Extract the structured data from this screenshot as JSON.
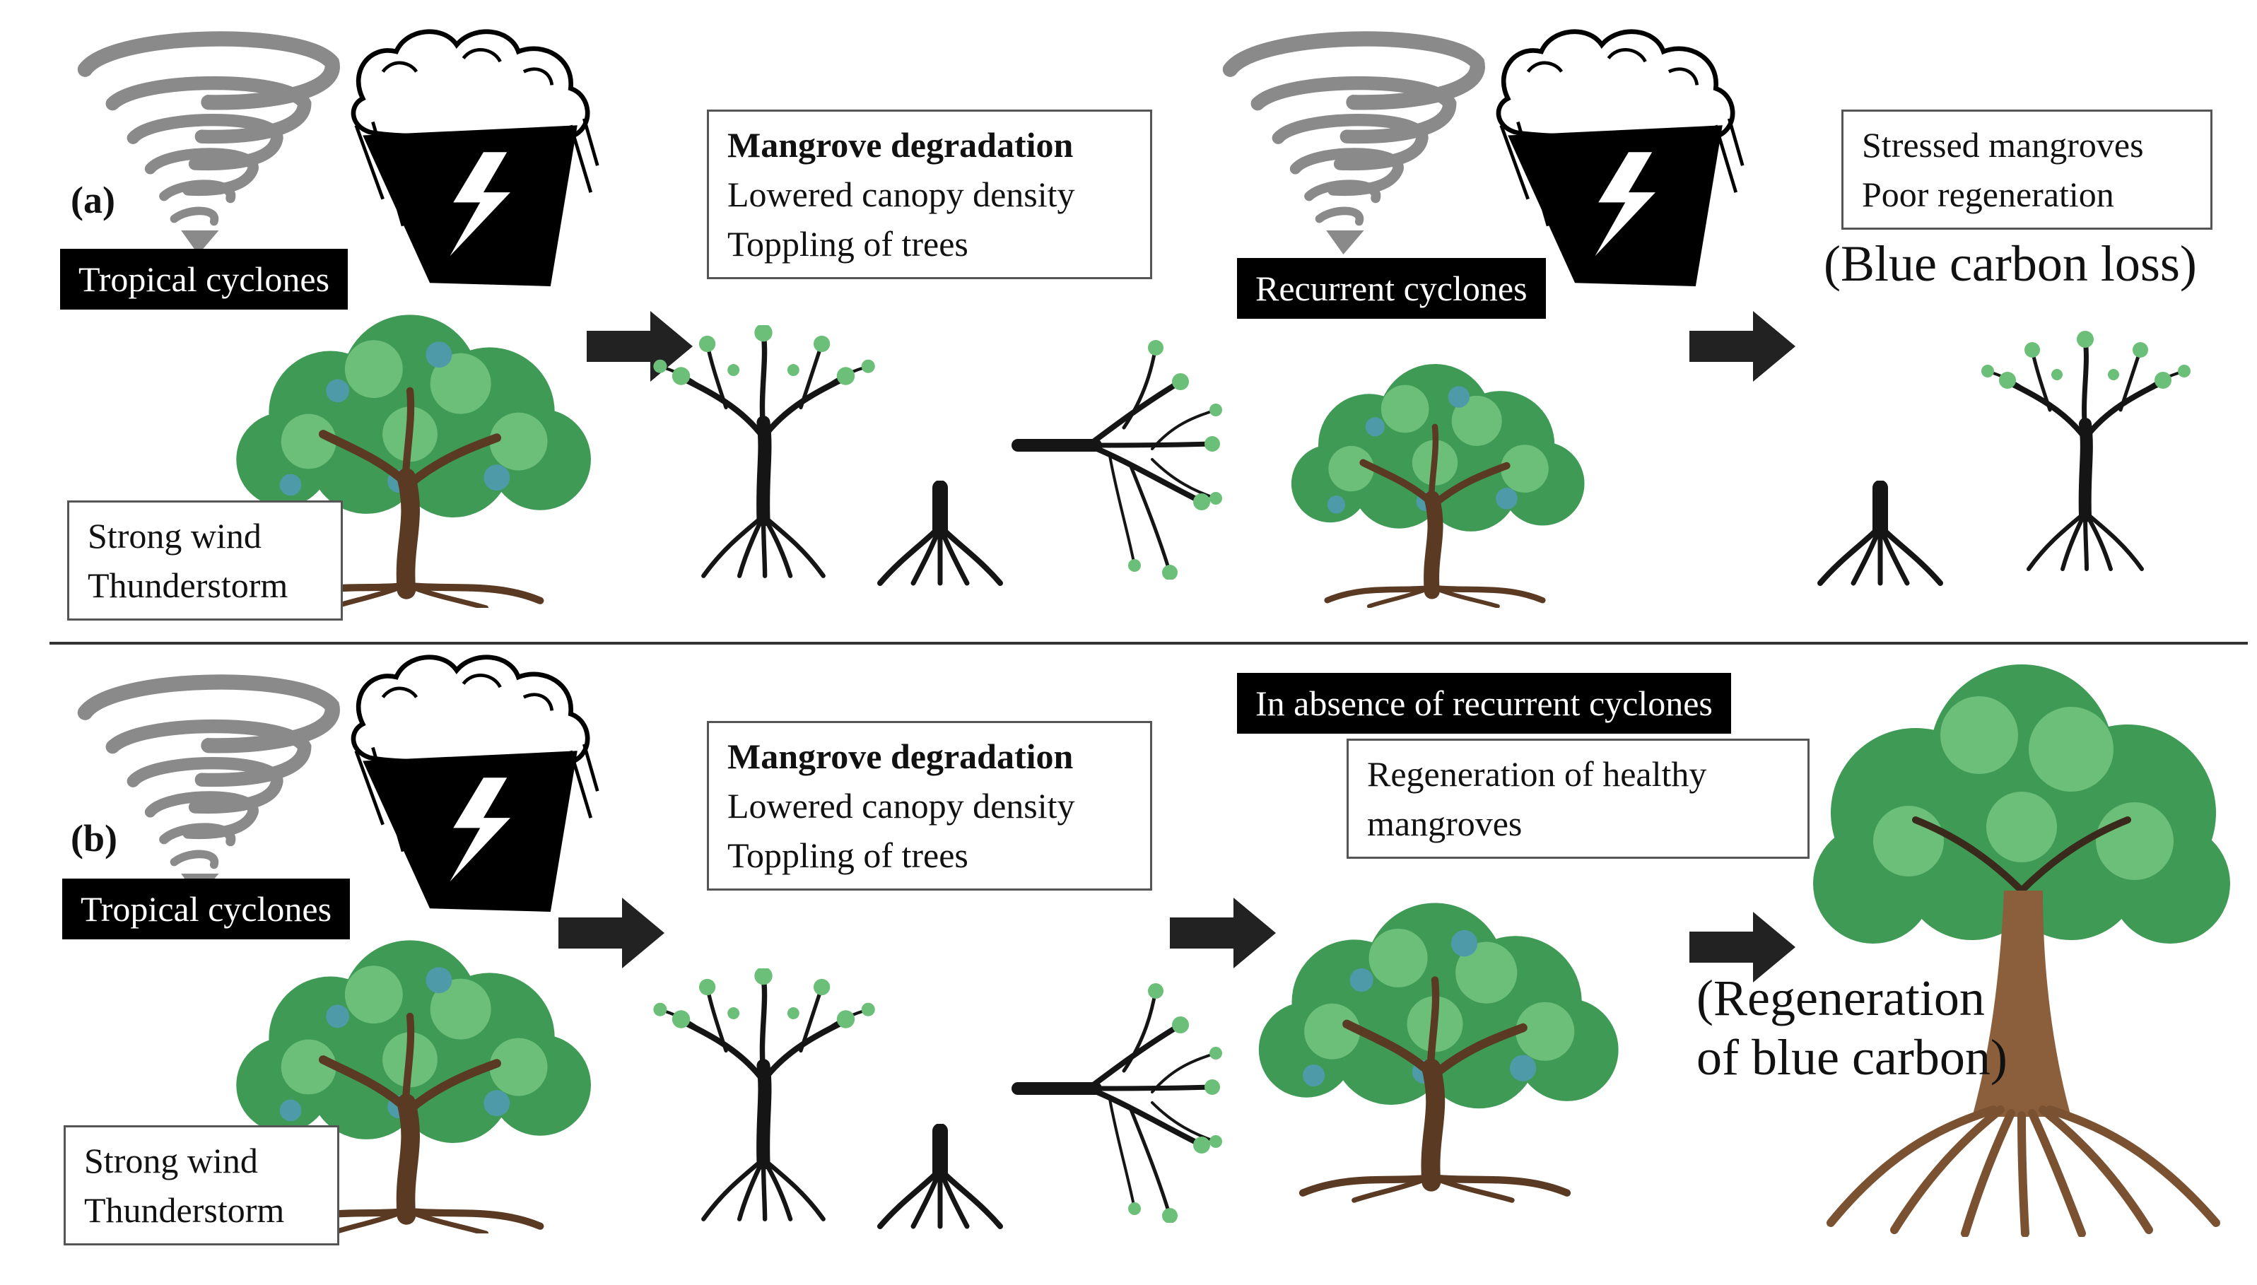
{
  "colors": {
    "foliage": "#3f9a55",
    "foliage_light": "#6cbf78",
    "foliage_blue": "#4f9aa8",
    "trunk": "#5a3a22",
    "dead_tree": "#151515",
    "cyclone": "#8a8a8a",
    "storm": "#000000",
    "arrow": "#222222"
  },
  "panel_a": {
    "label": "(a)",
    "hazard_label": "Tropical cyclones",
    "cause_box": [
      "Strong wind",
      "Thunderstorm"
    ],
    "degradation_box": {
      "title": "Mangrove degradation",
      "lines": [
        "Lowered canopy density",
        "Toppling of trees"
      ]
    },
    "recurrent_label": "Recurrent cyclones",
    "outcome_box": [
      "Stressed mangroves",
      "Poor regeneration"
    ],
    "outcome_text": "(Blue carbon loss)"
  },
  "panel_b": {
    "label": "(b)",
    "hazard_label": "Tropical cyclones",
    "cause_box": [
      "Strong wind",
      "Thunderstorm"
    ],
    "degradation_box": {
      "title": "Mangrove degradation",
      "lines": [
        "Lowered canopy density",
        "Toppling of trees"
      ]
    },
    "absence_label": "In absence of recurrent cyclones",
    "regeneration_box": [
      "Regeneration of healthy",
      "mangroves"
    ],
    "outcome_text": [
      "(Regeneration",
      "of blue carbon)"
    ]
  }
}
